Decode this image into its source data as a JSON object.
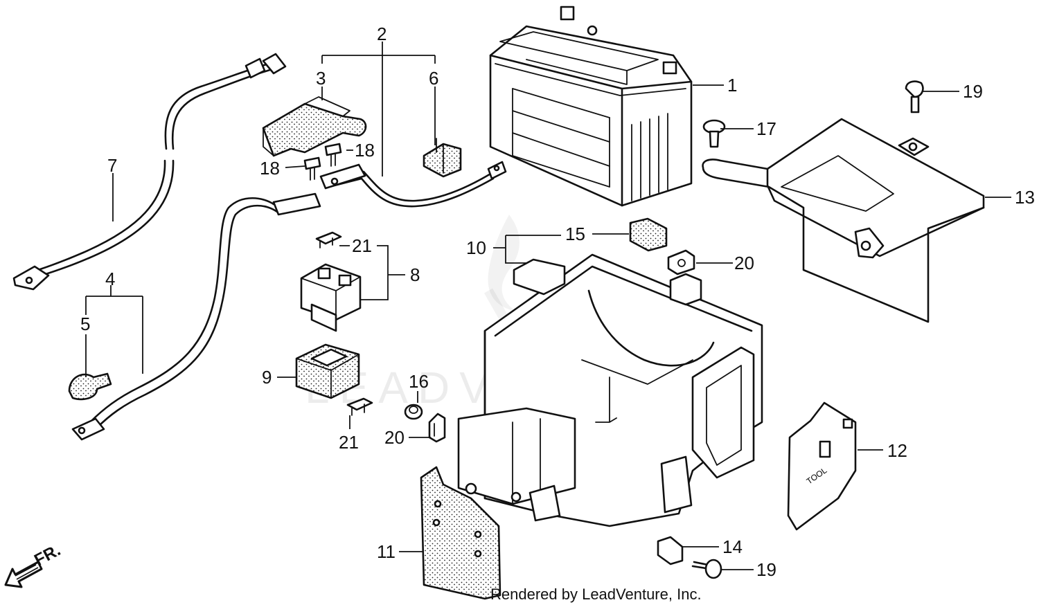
{
  "callouts": {
    "c1": "1",
    "c2": "2",
    "c3": "3",
    "c4": "4",
    "c5": "5",
    "c6": "6",
    "c7": "7",
    "c8": "8",
    "c9": "9",
    "c10": "10",
    "c11": "11",
    "c12": "12",
    "c13": "13",
    "c14": "14",
    "c15": "15",
    "c16": "16",
    "c17": "17",
    "c18a": "18",
    "c18b": "18",
    "c19a": "19",
    "c19b": "19",
    "c20a": "20",
    "c20b": "20",
    "c21a": "21",
    "c21b": "21"
  },
  "direction_label": "FR.",
  "tool_label": "TOOL",
  "footer": "Rendered by LeadVenture, Inc.",
  "watermark": "LEADVENTURE",
  "colors": {
    "line": "#111111",
    "background": "#ffffff"
  }
}
